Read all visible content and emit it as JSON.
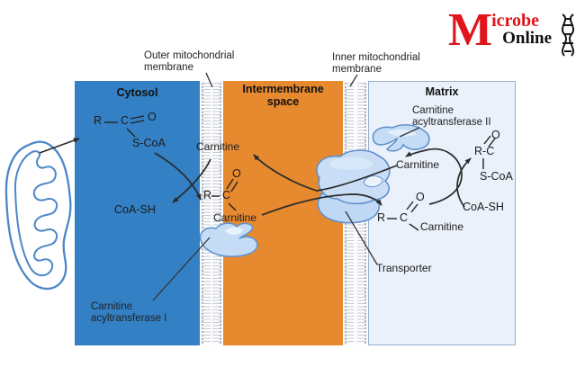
{
  "logo": {
    "initial": "M",
    "rest": "icrobe",
    "second_line": "Online"
  },
  "membrane_labels": {
    "outer_line1": "Outer mitochondrial",
    "outer_line2": "membrane",
    "inner_line1": "Inner mitochondrial",
    "inner_line2": "membrane"
  },
  "panels": {
    "cytosol": "Cytosol",
    "intermembrane_line1": "Intermembrane",
    "intermembrane_line2": "space",
    "matrix": "Matrix"
  },
  "cytosol": {
    "acyl_coa": {
      "r": "R",
      "c": "C",
      "o": "O",
      "s_coa": "S-CoA"
    },
    "coa_sh": "CoA-SH",
    "enzyme_line1": "Carnitine",
    "enzyme_line2": "acyltransferase I"
  },
  "intermembrane": {
    "carnitine_free": "Carnitine",
    "acyl_carnitine": {
      "r": "R",
      "c": "C",
      "o": "O",
      "carnitine": "Carnitine"
    }
  },
  "matrix": {
    "enzyme_line1": "Carnitine",
    "enzyme_line2": "acyltransferase II",
    "carnitine_free": "Carnitine",
    "acyl_coa": {
      "rc": "R-C",
      "o": "O",
      "s_coa": "S-CoA"
    },
    "coa_sh": "CoA-SH",
    "acyl_carnitine": {
      "r": "R",
      "c": "C",
      "o": "O",
      "carnitine": "Carnitine"
    },
    "transporter_label": "Transporter"
  },
  "colors": {
    "cytosol_fill": "#3380C4",
    "intermembrane_fill": "#E78A2F",
    "matrix_fill": "#EAF1FA",
    "matrix_border": "#9AAFD0",
    "enzyme_fill": "#C5DCF6",
    "enzyme_stroke": "#6293CE",
    "membrane_stripe": "#C7CCD5",
    "arrow": "#2A2A2A",
    "mitochondrion_stroke": "#4B87C9",
    "logo_red": "#E0151B"
  }
}
